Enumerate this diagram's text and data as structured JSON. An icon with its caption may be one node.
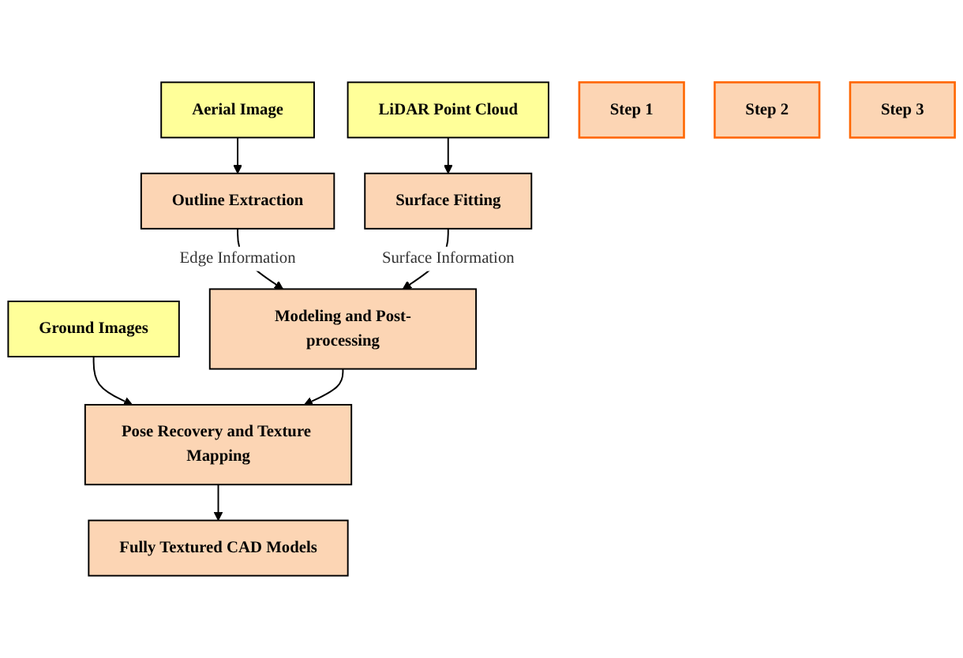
{
  "diagram": {
    "nodes": [
      {
        "text": [
          "Aerial Image"
        ]
      },
      {
        "text": [
          "LiDAR Point Cloud"
        ]
      },
      {
        "text": [
          "Outline Extraction"
        ]
      },
      {
        "text": [
          "Surface Fitting"
        ]
      },
      {
        "text": [
          "Step 1"
        ]
      },
      {
        "text": [
          "Modeling and Post-processing"
        ]
      },
      {
        "text": [
          "Step 2"
        ]
      },
      {
        "text": [
          "Ground Images"
        ]
      },
      {
        "text": [
          "Pose Recovery and Texture Mapping"
        ]
      },
      {
        "text": [
          "Step 3"
        ]
      },
      {
        "text": [
          "Fully Textured CAD Models"
        ]
      }
    ],
    "edges": [
      {
        "from": 0,
        "to": 2,
        "arrow": "to"
      },
      {
        "from": 1,
        "to": 3,
        "arrow": "to"
      },
      {
        "from": 2,
        "to": 5,
        "arrow": "to",
        "label": "Edge Information"
      },
      {
        "from": 3,
        "to": 5,
        "arrow": "to",
        "label": "Surface Information"
      },
      {
        "from": 7,
        "to": 8,
        "arrow": "to"
      },
      {
        "from": 5,
        "to": 8,
        "arrow": "to"
      },
      {
        "from": 8,
        "to": 10,
        "arrow": "to"
      }
    ]
  }
}
